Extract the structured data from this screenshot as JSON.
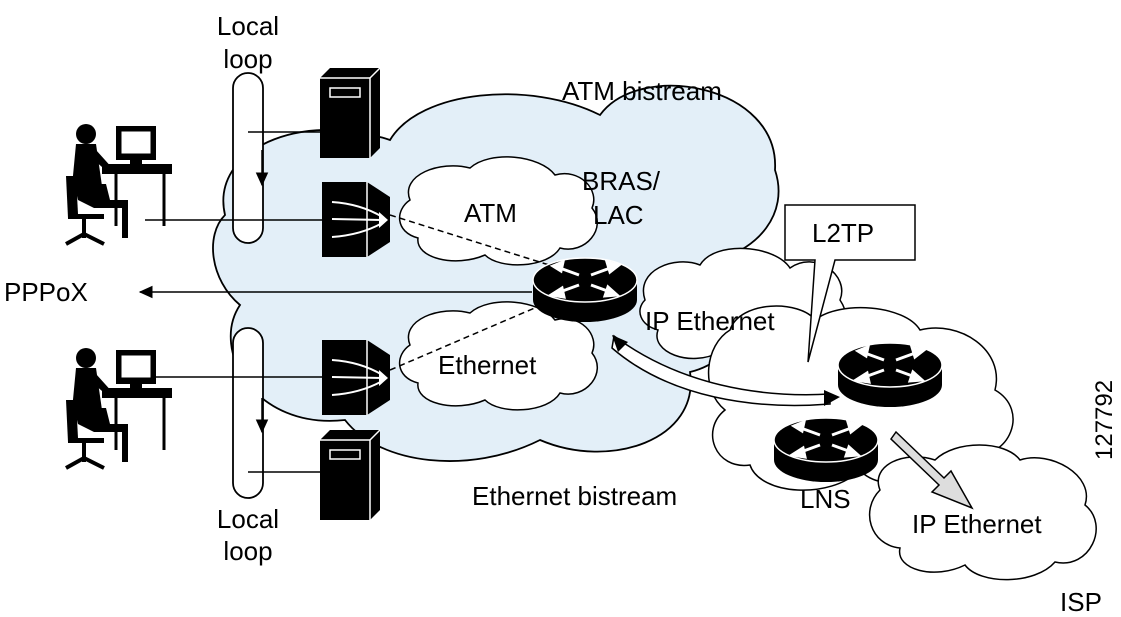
{
  "labels": {
    "local_loop_top_1": "Local",
    "local_loop_top_2": "loop",
    "local_loop_bottom_1": "Local",
    "local_loop_bottom_2": "loop",
    "atm_bistream": "ATM bistream",
    "ethernet_bistream": "Ethernet bistream",
    "bras_1": "BRAS/",
    "bras_2": "LAC",
    "atm_cloud": "ATM",
    "ethernet_cloud": "Ethernet",
    "l2tp": "L2TP",
    "ip_ethernet_mid": "IP Ethernet",
    "ip_ethernet_isp": "IP Ethernet",
    "pppox": "PPPoX",
    "lns": "LNS",
    "isp": "ISP",
    "figure_id": "127792"
  },
  "colors": {
    "access_cloud_fill": "#e3eff8",
    "stroke": "#000000",
    "device_fill": "#000000",
    "white": "#ffffff",
    "arrow_fill": "#dddddd"
  },
  "icons": {
    "user_top": "user-at-computer-icon",
    "user_bottom": "user-at-computer-icon",
    "server_top": "server-tower-icon",
    "server_bottom": "server-tower-icon",
    "switch_atm": "atm-switch-icon",
    "switch_ethernet": "ethernet-switch-icon",
    "router_bras": "router-icon",
    "router_lns": "router-icon"
  }
}
